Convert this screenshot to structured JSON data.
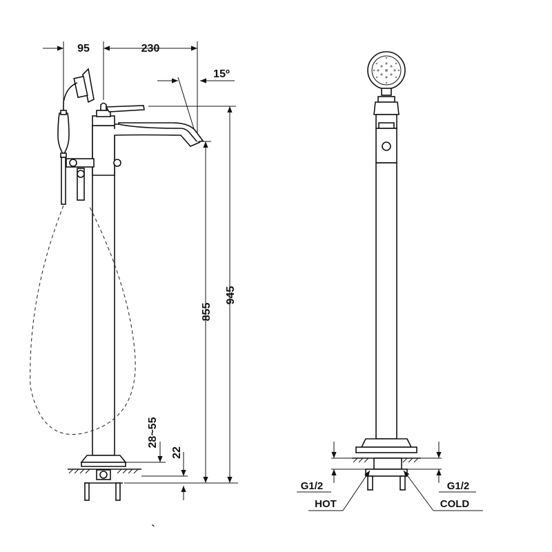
{
  "dimensions": {
    "handshower_offset": "95",
    "spout_reach": "230",
    "spout_angle": "15º",
    "spout_height": "855",
    "total_height": "945",
    "floor_adjust": "28~55",
    "base_height": "22"
  },
  "connections": {
    "hot_thread": "G1/2",
    "hot_label": "HOT",
    "cold_thread": "G1/2",
    "cold_label": "COLD"
  },
  "stray_mark": "`"
}
